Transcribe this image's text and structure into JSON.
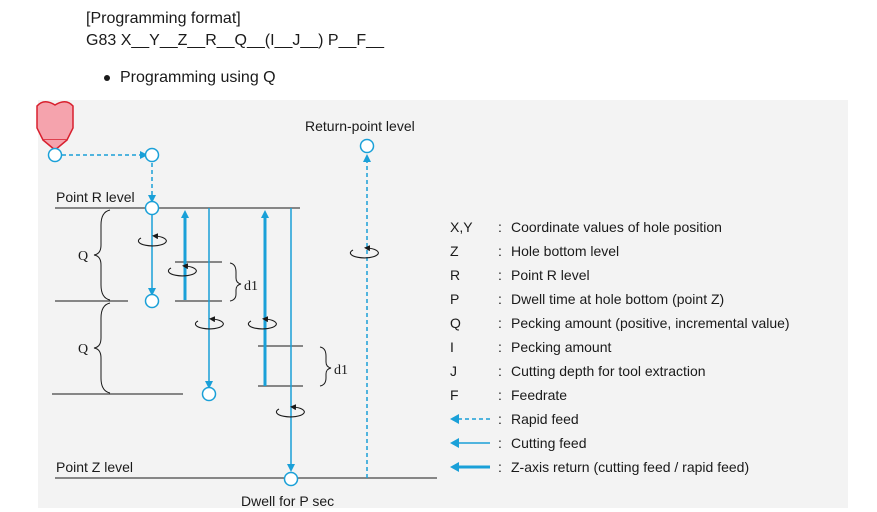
{
  "header": {
    "format_heading": "[Programming format]",
    "format_code": "G83 X__Y__Z__R__Q__(I__J__) P__F__",
    "bullet": "Programming using Q"
  },
  "diagram": {
    "return_point_label": "Return-point level",
    "point_r_label": "Point R level",
    "point_z_label": "Point Z level",
    "dwell_label": "Dwell for P sec",
    "q_label_1": "Q",
    "q_label_2": "Q",
    "d1_label_1": "d1",
    "d1_label_2": "d1",
    "colors": {
      "rapid": "#1aa0d8",
      "cutting": "#1aa0d8",
      "tool_fill": "#f5a3ad",
      "tool_stroke": "#d8202e"
    }
  },
  "legend": {
    "items": [
      {
        "key": "X,Y",
        "desc": "Coordinate values of hole position"
      },
      {
        "key": "Z",
        "desc": "Hole bottom level"
      },
      {
        "key": "R",
        "desc": "Point R level"
      },
      {
        "key": "P",
        "desc": "Dwell time at hole bottom (point Z)"
      },
      {
        "key": "Q",
        "desc": "Pecking amount (positive, incremental value)"
      },
      {
        "key": "I",
        "desc": "Pecking amount"
      },
      {
        "key": "J",
        "desc": "Cutting depth for tool extraction"
      },
      {
        "key": "F",
        "desc": "Feedrate"
      }
    ],
    "line_items": [
      {
        "style": "rapid",
        "desc": "Rapid feed"
      },
      {
        "style": "cutting",
        "desc": "Cutting feed"
      },
      {
        "style": "return",
        "desc": "Z-axis return (cutting feed / rapid feed)"
      }
    ],
    "colon": ":"
  }
}
